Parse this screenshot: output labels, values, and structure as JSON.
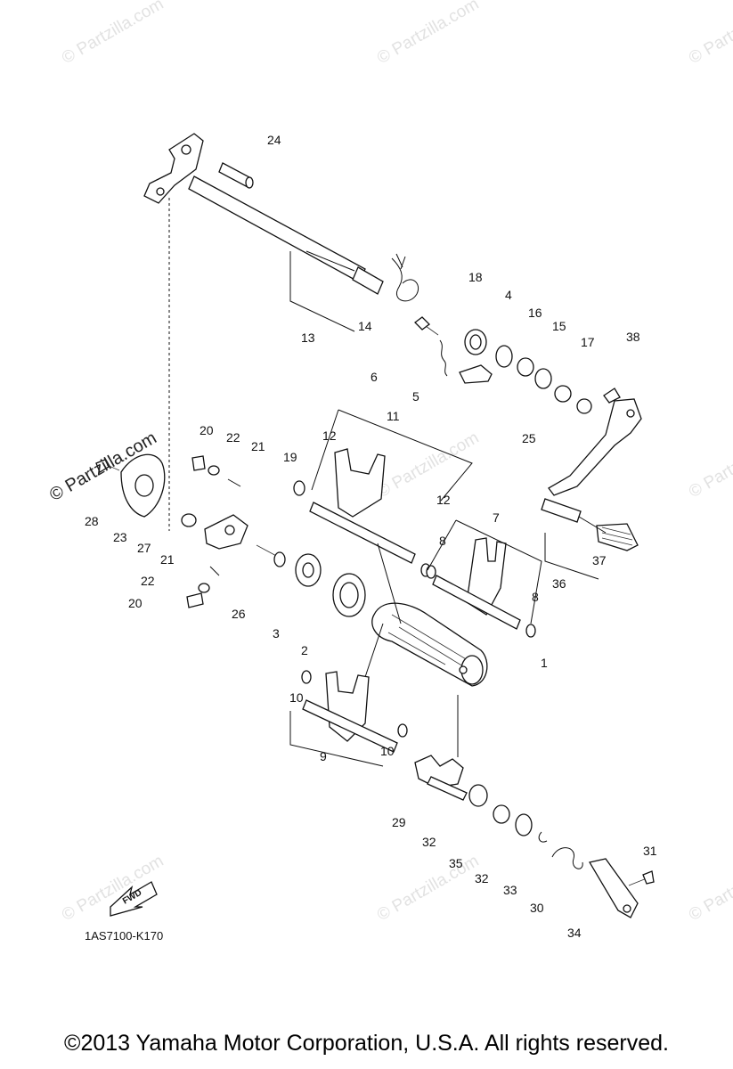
{
  "watermark": {
    "text": "© Partzilla.com",
    "side_text": "© Partzilla.com"
  },
  "diagram_code": "1AS7100-K170",
  "fwd_label": "FWD",
  "copyright": "©2013  Yamaha Motor Corporation, U.S.A. All rights reserved.",
  "callouts": [
    "24",
    "13",
    "14",
    "18",
    "4",
    "16",
    "15",
    "17",
    "38",
    "6",
    "5",
    "25",
    "11",
    "12",
    "20",
    "22",
    "21",
    "19",
    "28",
    "23",
    "27",
    "12",
    "8",
    "7",
    "21",
    "22",
    "20",
    "26",
    "3",
    "2",
    "1",
    "8",
    "36",
    "37",
    "10",
    "9",
    "10",
    "29",
    "32",
    "35",
    "32",
    "33",
    "30",
    "31",
    "34"
  ]
}
